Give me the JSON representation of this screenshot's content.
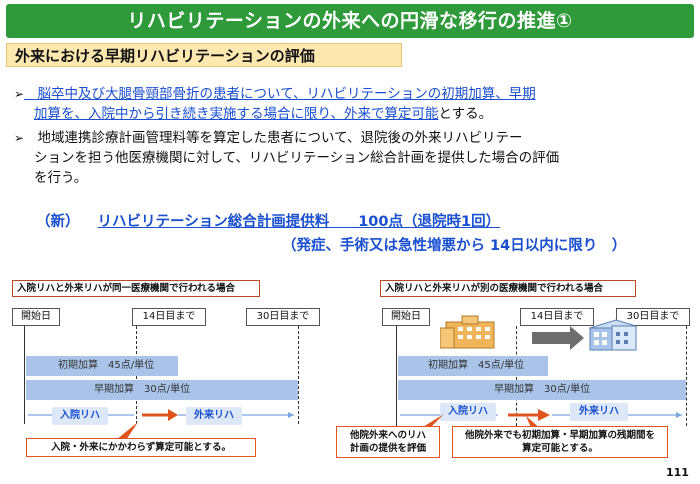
{
  "title": "リハビリテーションの外来への円滑な移行の推進①",
  "section_heading": "外来における早期リハビリテーションの評価",
  "bullets": [
    {
      "marker": "➢",
      "line1_blue": "　脳卒中及び大腿骨頸部骨折の患者について、リハビリテーションの初期加算、早期",
      "line2_blue": "加算を、入院中から引き続き実施する場合に限り、外来で算定可能",
      "line2_tail": "とする。"
    },
    {
      "marker": "➢",
      "line1": "　地域連携診療計画管理料等を算定した患者について、退院後の外来リハビリテー",
      "line2": "ションを担う他医療機関に対して、リハビリテーション総合計画を提供した場合の評価",
      "line3": "を行う。"
    }
  ],
  "new_item": {
    "tag": "（新）",
    "name": "リハビリテーション総合計画提供料　　100点（退院時1回）",
    "condition": "（発症、手術又は急性増悪から 14日以内に限り　）"
  },
  "diagram_left": {
    "title": "入院リハと外来リハが同一医療機関で行われる場合",
    "start_label": "開始日",
    "day14_label": "14日目まで",
    "day30_label": "30日目まで",
    "early_bar_label": "初期加算　45点/単位",
    "long_bar_label": "早期加算　30点/単位",
    "inpatient_label": "入院リハ",
    "outpatient_label": "外来リハ",
    "note": "入院・外来にかかわらず算定可能とする。"
  },
  "diagram_right": {
    "title": "入院リハと外来リハが別の医療機関で行われる場合",
    "start_label": "開始日",
    "day14_label": "14日目まで",
    "day30_label": "30日目まで",
    "early_bar_label": "初期加算　45点/単位",
    "long_bar_label": "早期加算　30点/単位",
    "inpatient_label": "入院リハ",
    "outpatient_label": "外来リハ",
    "note_left_line1": "他院外来へのリハ",
    "note_left_line2": "計画の提供を評価",
    "note_right_line1": "他院外来でも初期加算・早期加算の残期間を",
    "note_right_line2": "算定可能とする。"
  },
  "page_number": "111",
  "colors": {
    "title_bg": "#2f9a3a",
    "section_bg": "#fde8b0",
    "blue_text": "#1a4fd0",
    "bar_fill": "#a9c4e8",
    "accent_orange": "#e0541d"
  }
}
